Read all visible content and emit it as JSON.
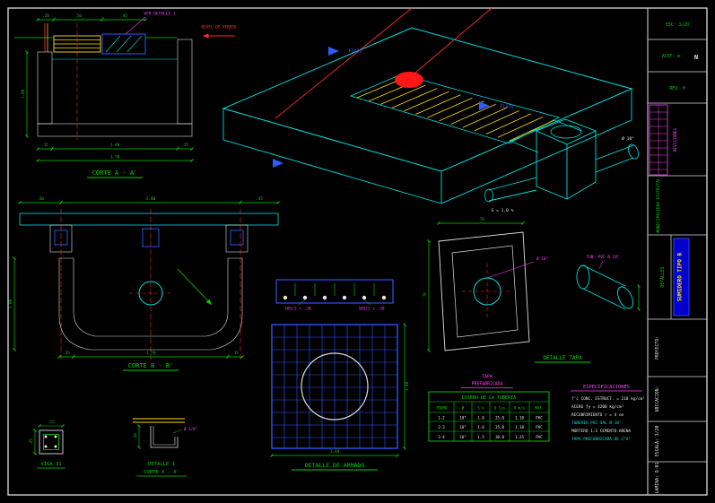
{
  "sheet": {
    "background": "#000000",
    "frame_color": "#ffffff"
  },
  "drawing": {
    "corte_a": {
      "title": "CORTE A - A'",
      "ver_detalle": "VER DETALLE 1",
      "nivel": "NIVEL DE VEREDA",
      "d_top1": ".20",
      "d_top2": ".50",
      "d_top3": ".45",
      "d_left": "1.00",
      "d_b1": ".15",
      "d_b2": "1.40",
      "d_b3": ".15",
      "d_total": "1.70"
    },
    "corte_b": {
      "title": "CORTE B - B'",
      "d_top1": ".50",
      "d_top2": "2.00",
      "d_top3": ".45",
      "d_left": "1.00",
      "d_b1": ".15",
      "d_b2": "1.70",
      "d_b3": ".15"
    },
    "beam": {
      "label": "1Ø1/2 c .20"
    },
    "armado": {
      "title": "DETALLE DE ARMADO",
      "d_bottom": "1.40",
      "d_right": "1.40"
    },
    "iso": {
      "flow": "FLUJO",
      "pipe": "Ø 10\"",
      "slope": "S = 1.0 %"
    },
    "tapa": {
      "title": "DETALLE TAPA",
      "d_top": ".70",
      "d_left": ".70",
      "hole": "Ø 10\"",
      "pipe_label": "TUB. PVC Ø 10\""
    },
    "tapa_note": {
      "l1": "TAPA",
      "l2": "PREFABRICADA"
    },
    "viga": {
      "title": "VIGA V1",
      "d_top": ".25",
      "d_left": ".25"
    },
    "det1": {
      "l1": "DETALLE 1",
      "l2": "CORTE X - X'",
      "dim": ".20",
      "bar": "Ø 3/8\""
    }
  },
  "table": {
    "title": "DISEÑO DE LA TUBERIA",
    "headers": [
      "TRAMO",
      "Ø",
      "S %",
      "Q lps",
      "V m/s",
      "MAT."
    ],
    "rows": [
      [
        "1-2",
        "10\"",
        "1.0",
        "25.0",
        "1.10",
        "PVC"
      ],
      [
        "2-3",
        "10\"",
        "1.0",
        "25.0",
        "1.10",
        "PVC"
      ],
      [
        "3-4",
        "10\"",
        "1.5",
        "30.0",
        "1.25",
        "PVC"
      ]
    ]
  },
  "specs": {
    "title": "ESPECIFICACIONES",
    "lines": [
      "f'c CONC. ESTRUCT. = 210 kg/cm²",
      "ACERO fy = 4200 kg/cm²",
      "RECUBRIMIENTO r = 4 cm",
      "TUBERIA PVC SAL Ø 10\"",
      "MORTERO 1:3 CEMENTO-ARENA",
      "TAPA PREFABRICADA DE C°A°"
    ]
  },
  "titleblock": {
    "top1": "ESC: 1/20",
    "top2": "ACOT: m",
    "top3": "REV. 0",
    "north": "N",
    "rev": "REVISIONES",
    "org": "MUNICIPALIDAD DISTRITAL",
    "bar": "SUMIDERO TIPO B",
    "sub": "DETALLES",
    "row1": "PROYECTO:",
    "row2": "UBICACION:",
    "row3": "ESCALA: 1/20",
    "row4": "LAMINA: D-01"
  }
}
